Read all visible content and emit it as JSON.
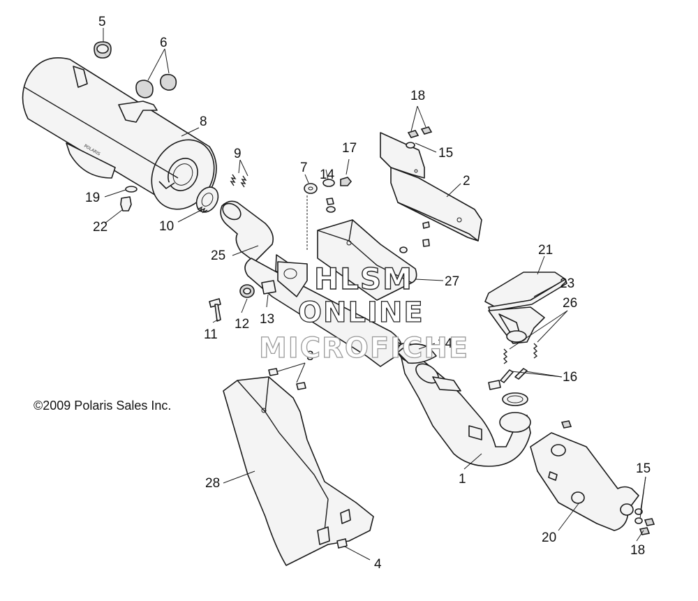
{
  "copyright": "©2009 Polaris Sales Inc.",
  "watermark": {
    "line1": "HLSM",
    "line2": "ONLINE",
    "line3": "MICROFICHE"
  },
  "muffler_brand": "POLARIS",
  "callouts": {
    "c1": "1",
    "c2": "2",
    "c3": "3",
    "c4": "4",
    "c5": "5",
    "c6": "6",
    "c7": "7",
    "c8": "8",
    "c9": "9",
    "c10": "10",
    "c11": "11",
    "c12": "12",
    "c13": "13",
    "c14": "14",
    "c15a": "15",
    "c15b": "15",
    "c16": "16",
    "c17": "17",
    "c18a": "18",
    "c18b": "18",
    "c19": "19",
    "c20": "20",
    "c21": "21",
    "c22": "22",
    "c23": "23",
    "c24": "24",
    "c25": "25",
    "c26": "26",
    "c27": "27",
    "c28": "28"
  }
}
